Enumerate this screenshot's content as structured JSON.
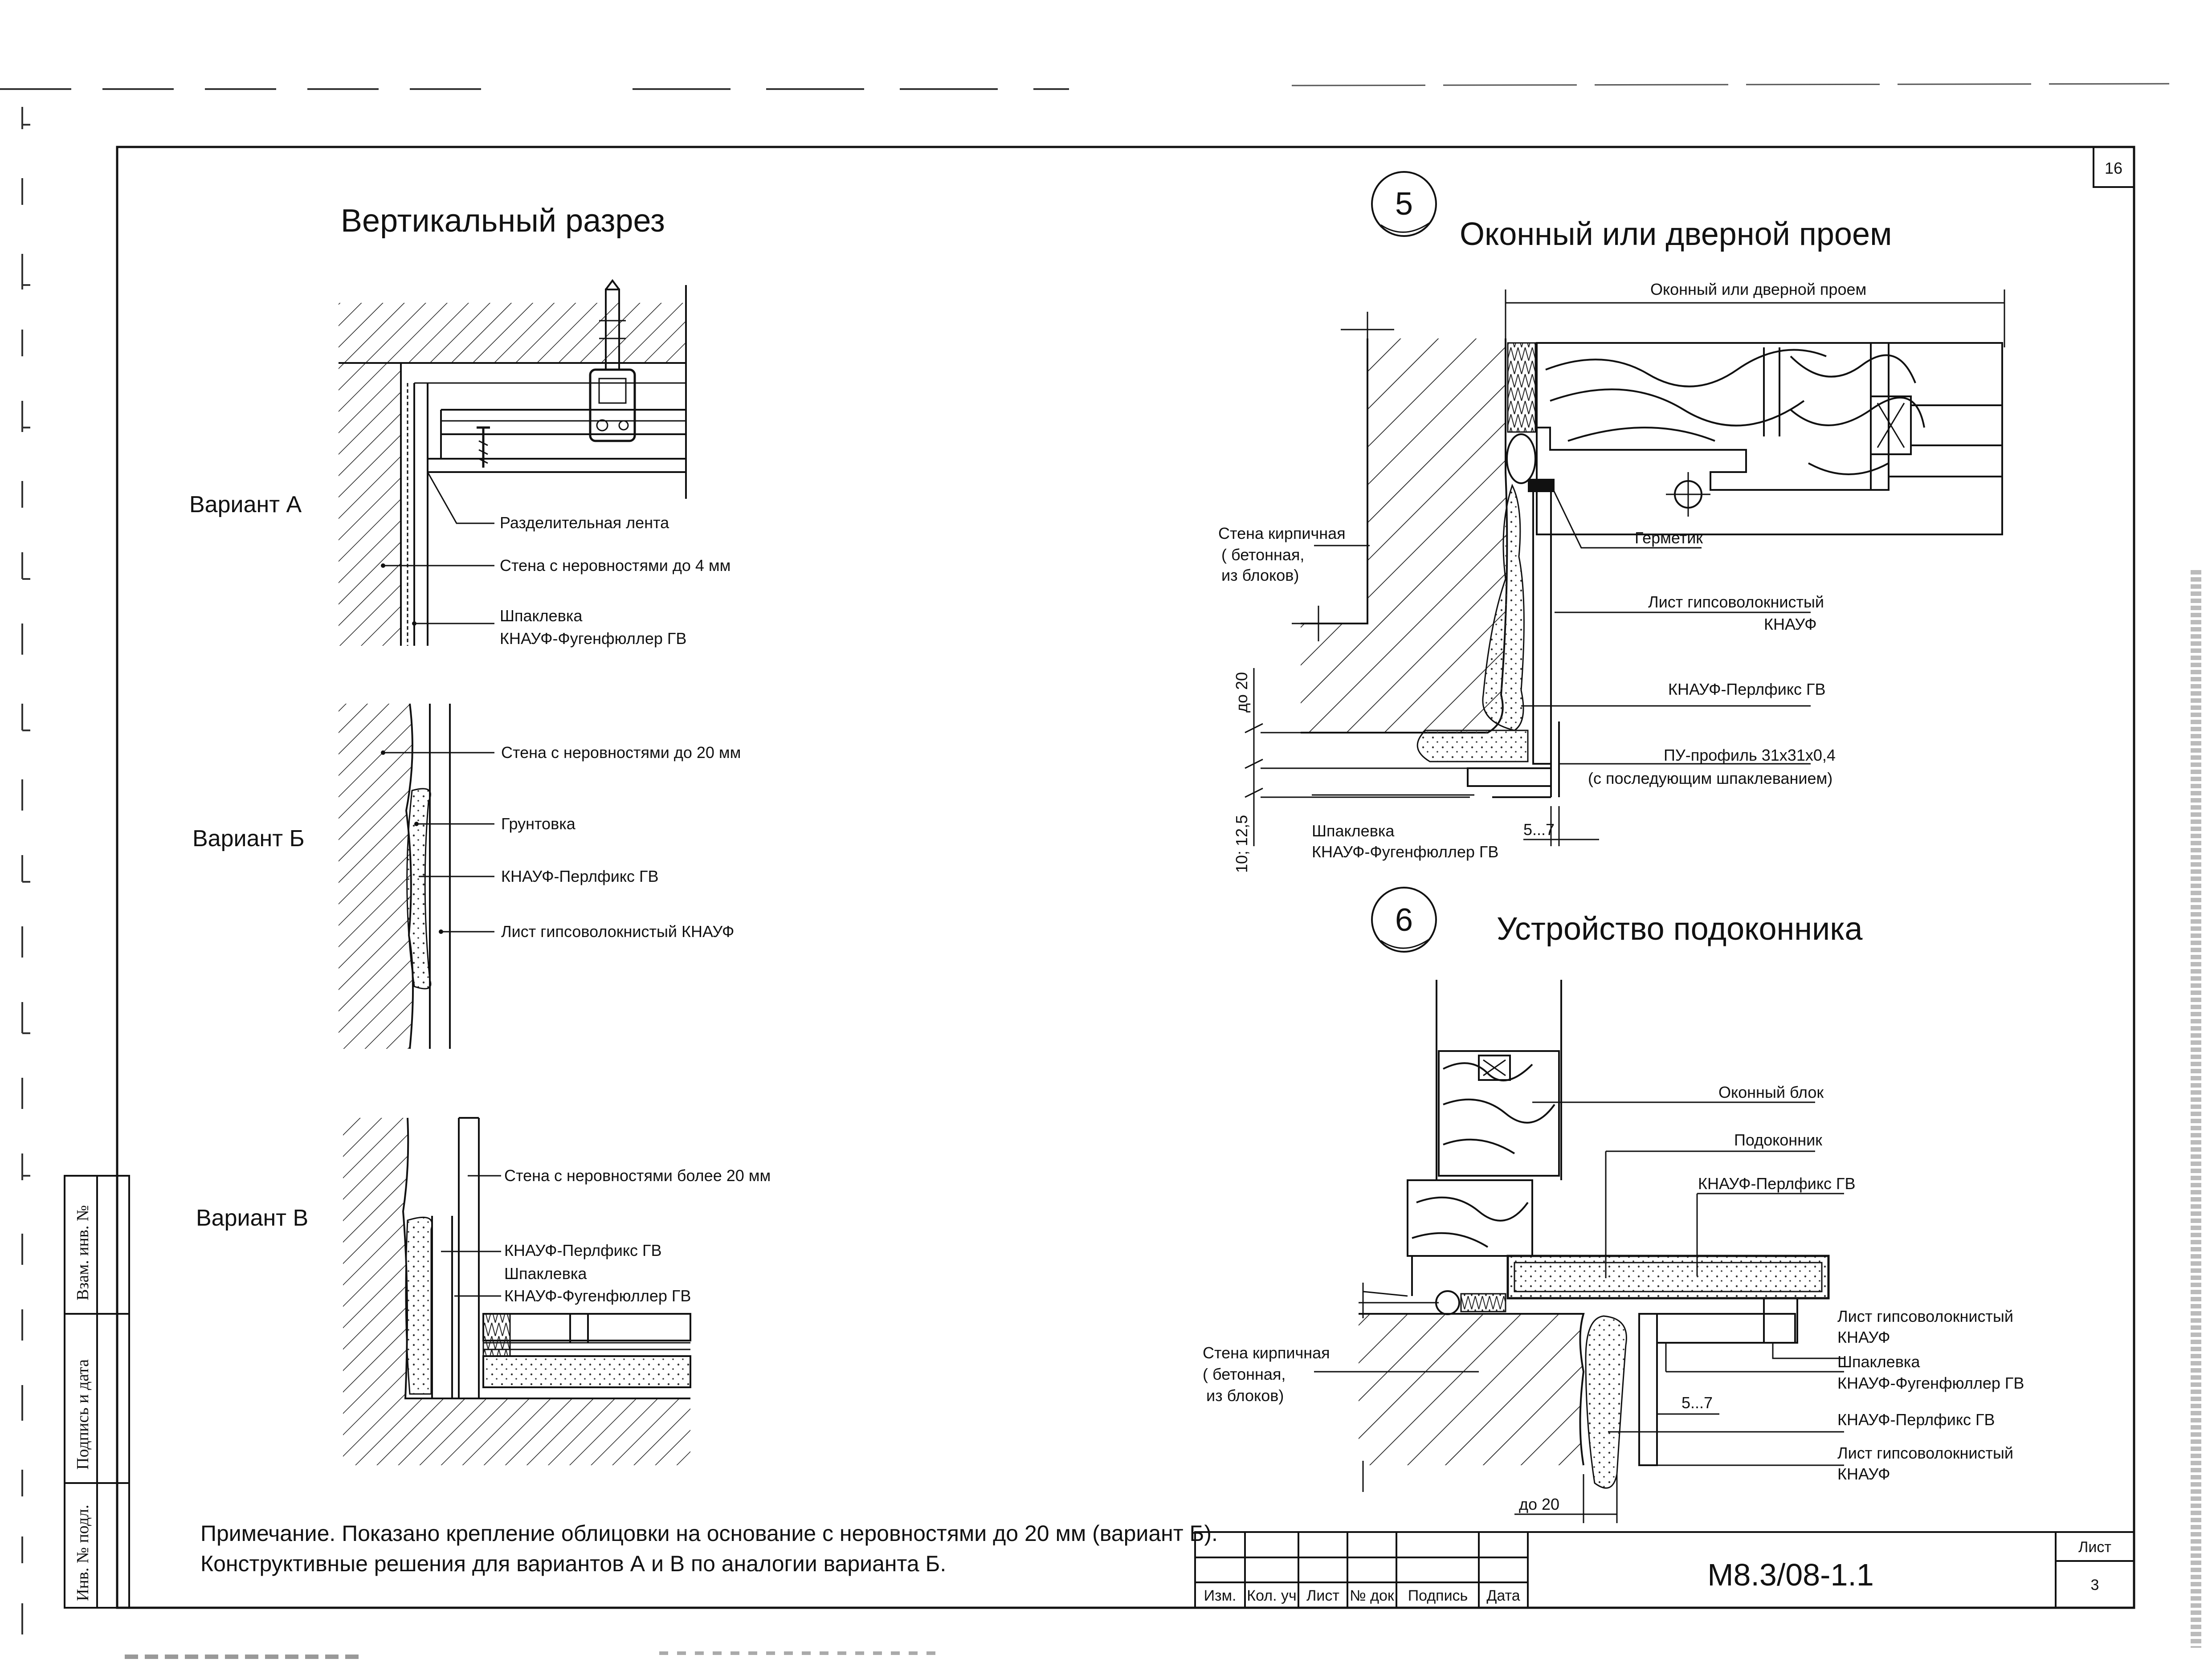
{
  "sheet": {
    "page_number": "16",
    "document_code": "М8.3/08-1.1",
    "sheet_label": "Лист",
    "sheet_number": "3"
  },
  "stamp_cells": [
    "Изм.",
    "Кол. уч",
    "Лист",
    "№ док",
    "Подпись",
    "Дата"
  ],
  "side_stamp": [
    "Взам. инв. №",
    "Подпись и дата",
    "Инв. № подл."
  ],
  "left_section": {
    "title": "Вертикальный разрез",
    "variant_a": {
      "name": "Вариант А",
      "labels": [
        "Разделительная лента",
        "Стена с неровностями до 4 мм",
        "Шпаклевка",
        "КНАУФ-Фугенфюллер ГВ"
      ]
    },
    "variant_b": {
      "name": "Вариант Б",
      "labels": [
        "Стена с неровностями  до 20 мм",
        "Грунтовка",
        "КНАУФ-Перлфикс ГВ",
        "Лист гипсоволокнистый КНАУФ"
      ]
    },
    "variant_v": {
      "name": "Вариант В",
      "labels": [
        "Стена с неровностями более 20 мм",
        "КНАУФ-Перлфикс ГВ",
        "Шпаклевка",
        "КНАУФ-Фугенфюллер ГВ"
      ]
    }
  },
  "detail_5": {
    "number": "5",
    "title": "Оконный или дверной проем",
    "dimension_top": "Оконный или дверной проем",
    "wall_label": [
      "Стена кирпичная",
      "( бетонная,",
      "из блоков)"
    ],
    "labels": {
      "sealant": "Герметик",
      "sheet_1": "Лист гипсоволокнистый",
      "sheet_2": "КНАУФ",
      "perlfix": "КНАУФ-Перлфикс ГВ",
      "profile_1": "ПУ-профиль 31x31x0,4",
      "profile_2": "(с последующим шпаклеванием)",
      "putty_1": "Шпаклевка",
      "putty_2": "КНАУФ-Фугенфюллер ГВ"
    },
    "dims": {
      "upto20": "до 20",
      "thickness": "10; 12,5",
      "gap": "5...7"
    }
  },
  "detail_6": {
    "number": "6",
    "title": "Устройство подоконника",
    "wall_label": [
      "Стена кирпичная",
      "( бетонная,",
      "из блоков)"
    ],
    "labels": {
      "window_block": "Оконный блок",
      "sill": "Подоконник",
      "perlfix_top": "КНАУФ-Перлфикс ГВ",
      "sheet_1": "Лист гипсоволокнистый",
      "sheet_2": "КНАУФ",
      "putty_1": "Шпаклевка",
      "putty_2": "КНАУФ-Фугенфюллер ГВ",
      "gap": "5...7",
      "perlfix_bottom": "КНАУФ-Перлфикс ГВ",
      "sheet_b1": "Лист гипсоволокнистый",
      "sheet_b2": "КНАУФ",
      "upto20": "до 20"
    }
  },
  "note": {
    "line1": "Примечание. Показано  крепление облицовки на основание с неровностями до 20 мм (вариант Б).",
    "line2": "Конструктивные решения для вариантов А и В по аналогии варианта Б."
  }
}
